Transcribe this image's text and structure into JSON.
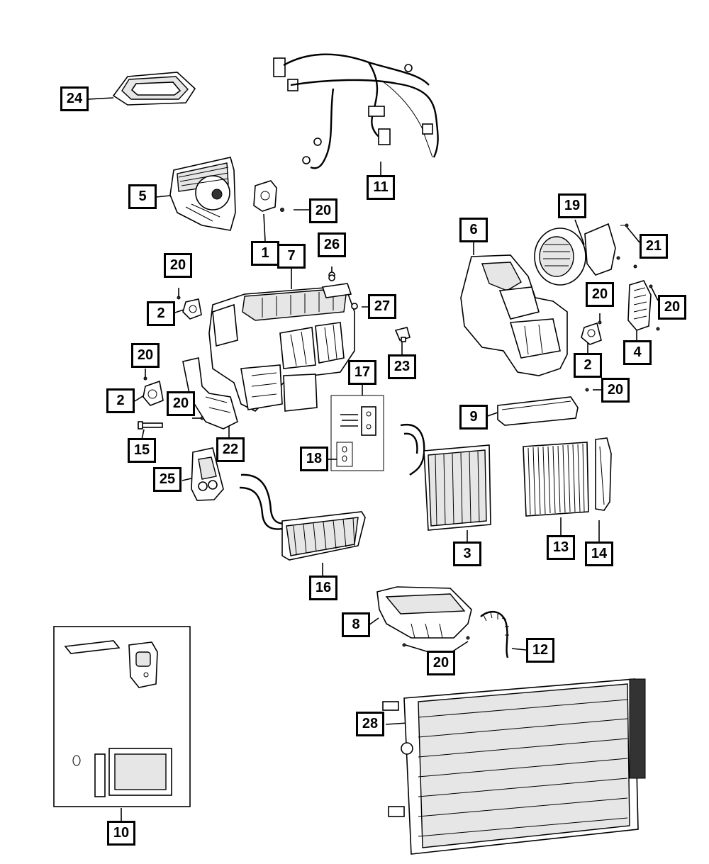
{
  "callouts": {
    "c1": "1",
    "c2a": "2",
    "c2b": "2",
    "c2c": "2",
    "c3": "3",
    "c4": "4",
    "c5": "5",
    "c6": "6",
    "c7": "7",
    "c8": "8",
    "c9": "9",
    "c10": "10",
    "c11": "11",
    "c12": "12",
    "c13": "13",
    "c14": "14",
    "c15": "15",
    "c16": "16",
    "c17": "17",
    "c18": "18",
    "c19": "19",
    "c20a": "20",
    "c20b": "20",
    "c20c": "20",
    "c20d": "20",
    "c20e": "20",
    "c20f": "20",
    "c20g": "20",
    "c20h": "20",
    "c21": "21",
    "c22": "22",
    "c23": "23",
    "c24": "24",
    "c25": "25",
    "c26": "26",
    "c27": "27",
    "c28": "28"
  },
  "colors": {
    "line": "#000000",
    "fill": "#ffffff",
    "shade": "#e6e6e6"
  }
}
